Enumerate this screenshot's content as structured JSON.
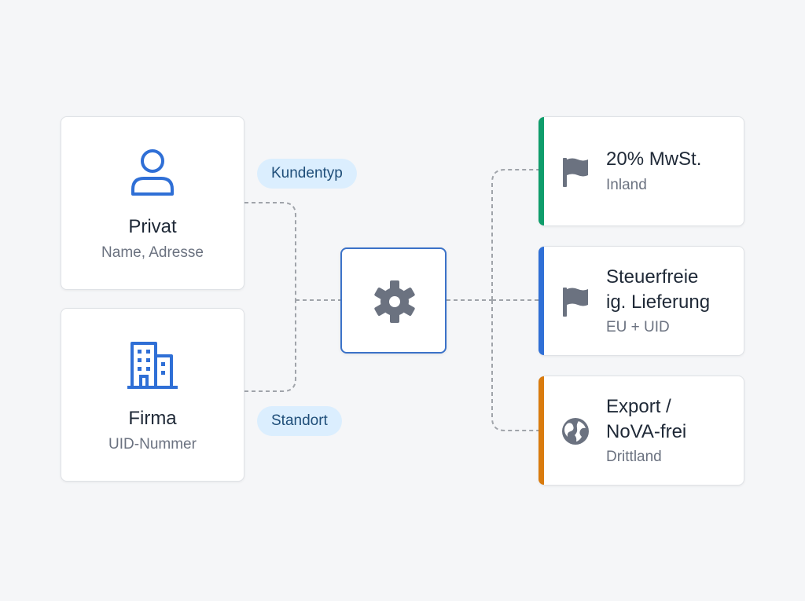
{
  "inputs": [
    {
      "title": "Privat",
      "subtitle": "Name, Adresse",
      "icon": "user-icon"
    },
    {
      "title": "Firma",
      "subtitle": "UID-Nummer",
      "icon": "building-icon"
    }
  ],
  "labels": {
    "kundentyp": "Kundentyp",
    "standort": "Standort"
  },
  "hub": {
    "icon": "gear-icon"
  },
  "outputs": [
    {
      "line1": "20% MwSt.",
      "line2": "",
      "subtitle": "Inland",
      "accent": "#0f9d6b",
      "icon": "flag-icon"
    },
    {
      "line1": "Steuerfreie",
      "line2": "ig. Lieferung",
      "subtitle": "EU + UID",
      "accent": "#2f6fd6",
      "icon": "flag-icon"
    },
    {
      "line1": "Export /",
      "line2": "NoVA-frei",
      "subtitle": "Drittland",
      "accent": "#d97b0e",
      "icon": "globe-icon"
    }
  ],
  "colors": {
    "icon_blue": "#2f6fd6",
    "icon_gray": "#6b7280",
    "connector": "#9aa0a6"
  }
}
